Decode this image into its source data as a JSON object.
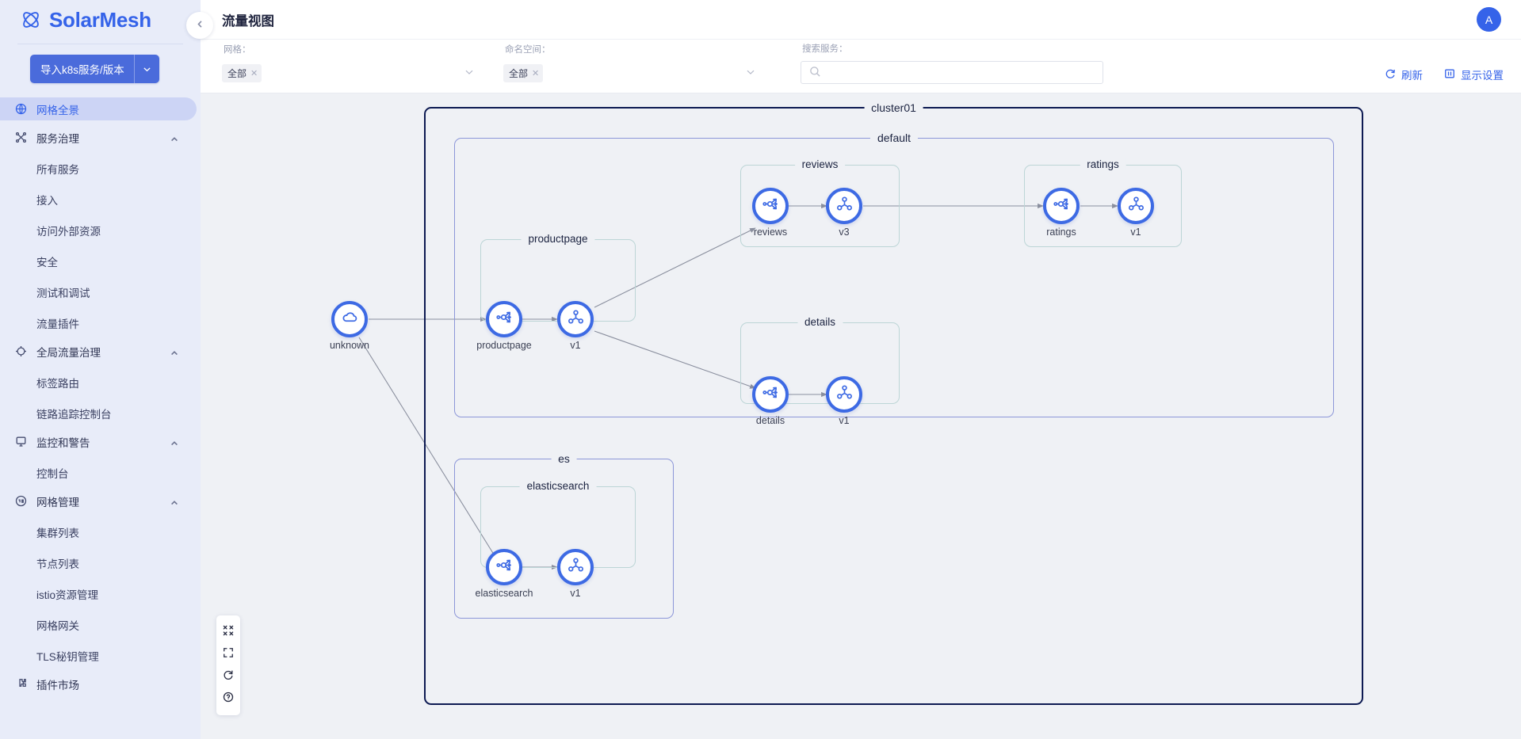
{
  "brand": {
    "name": "SolarMesh",
    "logo_icon": "atom-logo-icon"
  },
  "sidebar": {
    "import_button": {
      "label": "导入k8s服务/版本",
      "caret_icon": "chevron-down-icon"
    },
    "items": [
      {
        "label": "网格全景",
        "icon": "globe-icon",
        "level": "group",
        "active": true,
        "expandable": false
      },
      {
        "label": "服务治理",
        "icon": "nodes-icon",
        "level": "group",
        "active": false,
        "expandable": true
      },
      {
        "label": "所有服务",
        "icon": "",
        "level": "child",
        "active": false,
        "expandable": false
      },
      {
        "label": "接入",
        "icon": "",
        "level": "child",
        "active": false,
        "expandable": false
      },
      {
        "label": "访问外部资源",
        "icon": "",
        "level": "child",
        "active": false,
        "expandable": false
      },
      {
        "label": "安全",
        "icon": "",
        "level": "child",
        "active": false,
        "expandable": false
      },
      {
        "label": "测试和调试",
        "icon": "",
        "level": "child",
        "active": false,
        "expandable": false
      },
      {
        "label": "流量插件",
        "icon": "",
        "level": "child",
        "active": false,
        "expandable": false
      },
      {
        "label": "全局流量治理",
        "icon": "traffic-icon",
        "level": "group",
        "active": false,
        "expandable": true
      },
      {
        "label": "标签路由",
        "icon": "",
        "level": "child",
        "active": false,
        "expandable": false
      },
      {
        "label": "链路追踪控制台",
        "icon": "",
        "level": "child",
        "active": false,
        "expandable": false
      },
      {
        "label": "监控和警告",
        "icon": "monitor-icon",
        "level": "group",
        "active": false,
        "expandable": true
      },
      {
        "label": "控制台",
        "icon": "",
        "level": "child",
        "active": false,
        "expandable": false
      },
      {
        "label": "网格管理",
        "icon": "mesh-icon",
        "level": "group",
        "active": false,
        "expandable": true
      },
      {
        "label": "集群列表",
        "icon": "",
        "level": "child",
        "active": false,
        "expandable": false
      },
      {
        "label": "节点列表",
        "icon": "",
        "level": "child",
        "active": false,
        "expandable": false
      },
      {
        "label": "istio资源管理",
        "icon": "",
        "level": "child",
        "active": false,
        "expandable": false
      },
      {
        "label": "网格网关",
        "icon": "",
        "level": "child",
        "active": false,
        "expandable": false
      },
      {
        "label": "TLS秘钥管理",
        "icon": "",
        "level": "child",
        "active": false,
        "expandable": false
      },
      {
        "label": "插件市场",
        "icon": "puzzle-icon",
        "level": "group",
        "active": false,
        "expandable": false
      }
    ]
  },
  "header": {
    "title": "流量视图",
    "avatar_initial": "A",
    "collapse_icon": "chevron-left-icon"
  },
  "filters": {
    "mesh": {
      "label": "网格：",
      "value": "全部",
      "remove_icon": "x-icon",
      "caret_icon": "chevron-down-icon"
    },
    "namespace": {
      "label": "命名空间：",
      "value": "全部",
      "remove_icon": "x-icon",
      "caret_icon": "chevron-down-icon"
    },
    "search": {
      "label": "搜索服务：",
      "value": "",
      "placeholder": "",
      "icon": "search-icon"
    }
  },
  "actions": [
    {
      "label": "刷新",
      "icon": "refresh-icon"
    },
    {
      "label": "显示设置",
      "icon": "display-settings-icon"
    }
  ],
  "canvas_tools": [
    {
      "name": "collapse-all-tool",
      "icon": "shrink-arrows-icon"
    },
    {
      "name": "fit-view-tool",
      "icon": "fullscreen-icon"
    },
    {
      "name": "reload-tool",
      "icon": "refresh-icon"
    },
    {
      "name": "help-tool",
      "icon": "question-circle-icon"
    }
  ],
  "graph": {
    "colors": {
      "node_ring": "#3d6ae4",
      "cluster_border": "#0d1a52",
      "namespace_border": "#8c96d8",
      "service_border": "#bcd5d6",
      "edge": "#8a8f9e",
      "canvas_bg": "#eff1f5"
    },
    "clusters": [
      {
        "name": "cluster01",
        "namespaces": [
          {
            "name": "default",
            "services": [
              {
                "name": "productpage",
                "nodes": [
                  {
                    "label": "productpage",
                    "type": "service"
                  },
                  {
                    "label": "v1",
                    "type": "version"
                  }
                ]
              },
              {
                "name": "reviews",
                "nodes": [
                  {
                    "label": "reviews",
                    "type": "service"
                  },
                  {
                    "label": "v3",
                    "type": "version"
                  }
                ]
              },
              {
                "name": "ratings",
                "nodes": [
                  {
                    "label": "ratings",
                    "type": "service"
                  },
                  {
                    "label": "v1",
                    "type": "version"
                  }
                ]
              },
              {
                "name": "details",
                "nodes": [
                  {
                    "label": "details",
                    "type": "service"
                  },
                  {
                    "label": "v1",
                    "type": "version"
                  }
                ]
              }
            ]
          },
          {
            "name": "es",
            "services": [
              {
                "name": "elasticsearch",
                "nodes": [
                  {
                    "label": "elasticsearch",
                    "type": "service"
                  },
                  {
                    "label": "v1",
                    "type": "version"
                  }
                ]
              }
            ]
          }
        ]
      }
    ],
    "external_nodes": [
      {
        "label": "unknown",
        "type": "cloud"
      }
    ],
    "edges": [
      {
        "from": "unknown",
        "to": "productpage"
      },
      {
        "from": "productpage",
        "to": "productpage-v1"
      },
      {
        "from": "productpage-v1",
        "to": "reviews"
      },
      {
        "from": "reviews",
        "to": "reviews-v3"
      },
      {
        "from": "reviews-v3",
        "to": "ratings"
      },
      {
        "from": "ratings",
        "to": "ratings-v1"
      },
      {
        "from": "productpage-v1",
        "to": "details"
      },
      {
        "from": "details",
        "to": "details-v1"
      },
      {
        "from": "unknown",
        "to": "elasticsearch"
      },
      {
        "from": "elasticsearch",
        "to": "elasticsearch-v1"
      }
    ]
  }
}
